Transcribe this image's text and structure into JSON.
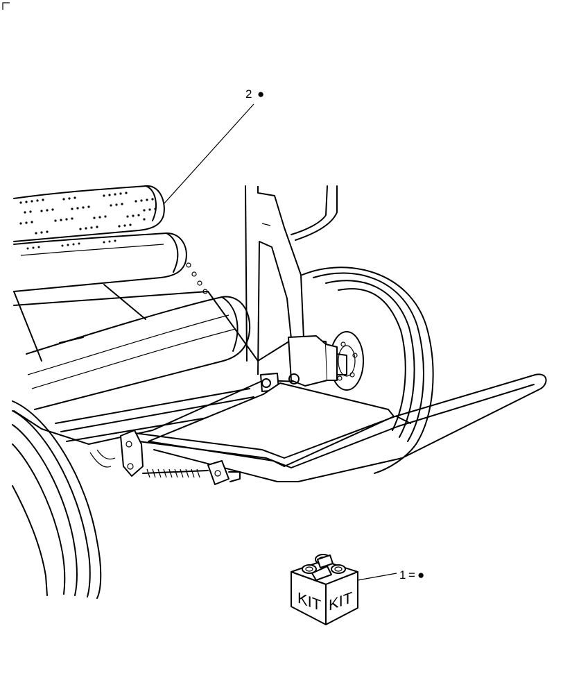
{
  "callouts": [
    {
      "id": "2",
      "number": "2",
      "marker": "●"
    },
    {
      "id": "1",
      "number": "1",
      "equals": "=",
      "marker": "●"
    }
  ],
  "kit_box": {
    "left_label": "KIT",
    "right_label": "KIT"
  },
  "colors": {
    "line": "#000000",
    "background": "#ffffff"
  }
}
